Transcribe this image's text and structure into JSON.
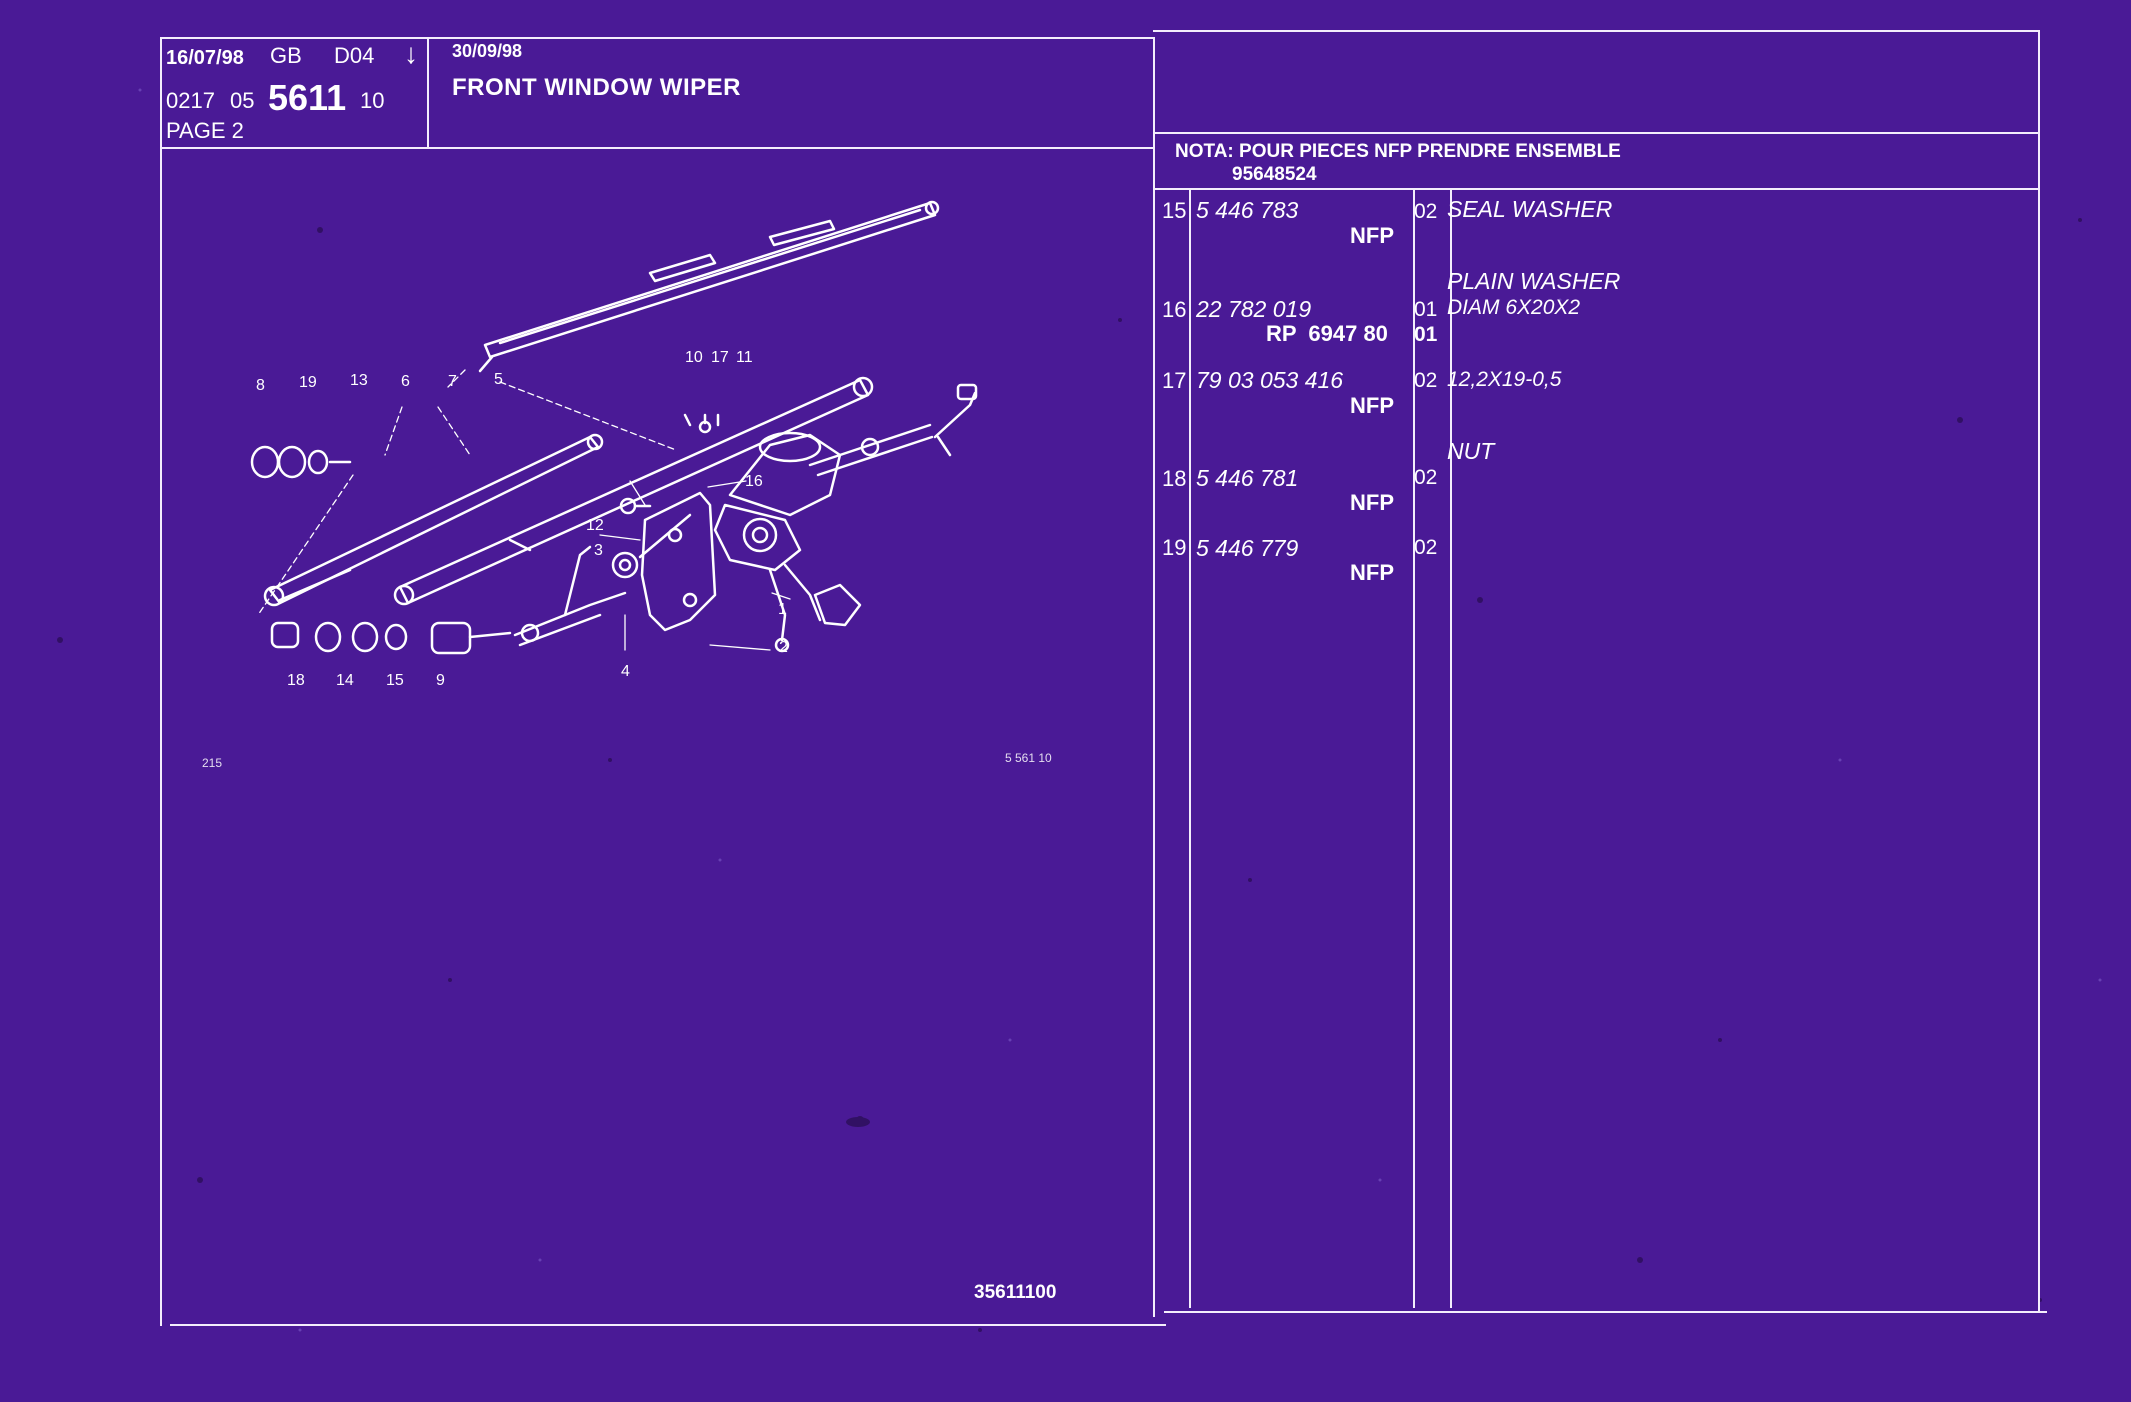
{
  "header": {
    "date1": "16/07/98",
    "lang": "GB",
    "code": "D04",
    "arrow": "↓",
    "line2_a": "0217",
    "line2_b": "05",
    "line2_big": "5611",
    "line2_c": "10",
    "page": "PAGE 2",
    "date2": "30/09/98",
    "title": "FRONT WINDOW WIPER"
  },
  "nota": {
    "line1": "NOTA: POUR PIECES NFP PRENDRE ENSEMBLE",
    "line2": "95648524"
  },
  "parts": [
    {
      "ref": "15",
      "pn": "5 446 783",
      "nfp": "NFP",
      "qty": "02",
      "desc": [
        "SEAL WASHER"
      ]
    },
    {
      "ref": "16",
      "pn": "22 782 019",
      "sub": "RP  6947 80",
      "qty": "01",
      "qty2": "01",
      "desc": [
        "PLAIN WASHER",
        "DIAM 6X20X2"
      ]
    },
    {
      "ref": "17",
      "pn": "79 03 053 416",
      "nfp": "NFP",
      "qty": "02",
      "desc": [
        "12,2X19-0,5"
      ]
    },
    {
      "ref": "18",
      "pn": "5 446 781",
      "nfp": "NFP",
      "qty": "02",
      "desc": [
        "NUT"
      ]
    },
    {
      "ref": "19",
      "pn": "5 446 779",
      "nfp": "NFP",
      "qty": "02",
      "desc": []
    }
  ],
  "drawing": {
    "callouts": [
      "8",
      "19",
      "13",
      "6",
      "7",
      "5",
      "10",
      "17",
      "11",
      "16",
      "12",
      "3",
      "1",
      "2",
      "4",
      "18",
      "14",
      "15",
      "9"
    ],
    "small_left": "215",
    "small_right": "5 561 10",
    "footer_code": "35611100"
  },
  "colors": {
    "background": "#4a1a96",
    "lines": "#f4eefc"
  }
}
